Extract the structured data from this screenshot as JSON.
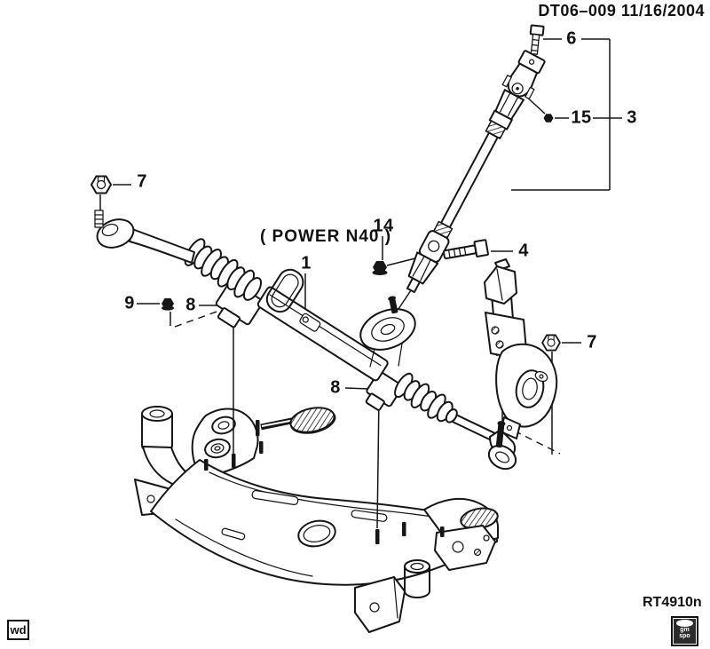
{
  "colors": {
    "background": "#ffffff",
    "line": "#161616"
  },
  "header": {
    "code_date": "DT06–009 11/16/2004"
  },
  "diagram": {
    "variant_note": "( POWER N40 )",
    "callouts": [
      {
        "label": "6",
        "part": "upper-coupling-bolt"
      },
      {
        "label": "15",
        "part": "coupling-nut"
      },
      {
        "label": "3",
        "part": "intermediate-steering-shaft"
      },
      {
        "label": "7",
        "part": "tie-rod-end-nut-left"
      },
      {
        "label": "14",
        "part": "lower-coupling-nut"
      },
      {
        "label": "4",
        "part": "pinch-bolt"
      },
      {
        "label": "1",
        "part": "steering-gear-assembly"
      },
      {
        "label": "9",
        "part": "mounting-nut"
      },
      {
        "label": "8",
        "part": "gear-mount-clamp-left"
      },
      {
        "label": "8",
        "part": "gear-mount-clamp-right"
      },
      {
        "label": "7",
        "part": "tie-rod-end-nut-right"
      }
    ]
  },
  "footer": {
    "view_code": "wd",
    "drawing_number": "RT4910n",
    "logo": {
      "line1": "gm",
      "line2": "spo"
    }
  }
}
